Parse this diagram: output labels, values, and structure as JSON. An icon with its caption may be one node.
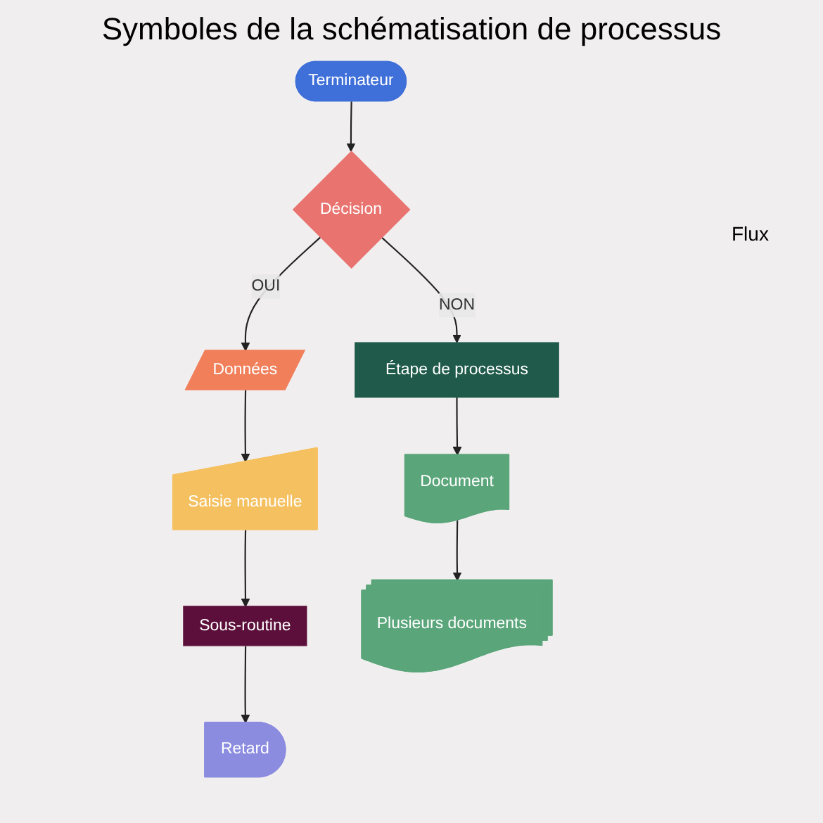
{
  "diagram": {
    "title": "Symboles de la schématisation de processus",
    "nodes": [
      {
        "text": [
          "Terminateur"
        ]
      },
      {
        "text": [
          "Décision"
        ]
      },
      {
        "text": [
          "Étape de processus"
        ]
      },
      {
        "text": [
          "Données"
        ]
      },
      {
        "text": [
          "Document"
        ]
      },
      {
        "text": [
          "Sous-routine"
        ]
      },
      {
        "text": [
          "Saisie manuelle"
        ]
      },
      {
        "text": [
          "Plusieurs documents"
        ]
      },
      {
        "text": [
          "Retard"
        ]
      }
    ],
    "edges": [
      {
        "from": 0,
        "to": 1,
        "arrow": "to"
      },
      {
        "from": 1,
        "to": 2,
        "arrow": "to",
        "label": "NON"
      },
      {
        "from": 1,
        "to": 3,
        "arrow": "to",
        "label": "OUI"
      },
      {
        "from": 2,
        "to": 4,
        "arrow": "to"
      },
      {
        "from": 3,
        "to": 6,
        "arrow": "to"
      },
      {
        "from": 6,
        "to": 5,
        "arrow": "to"
      },
      {
        "from": 4,
        "to": 7,
        "arrow": "to"
      },
      {
        "from": 5,
        "to": 8,
        "arrow": "to"
      }
    ],
    "labels": [
      "Flux"
    ]
  }
}
